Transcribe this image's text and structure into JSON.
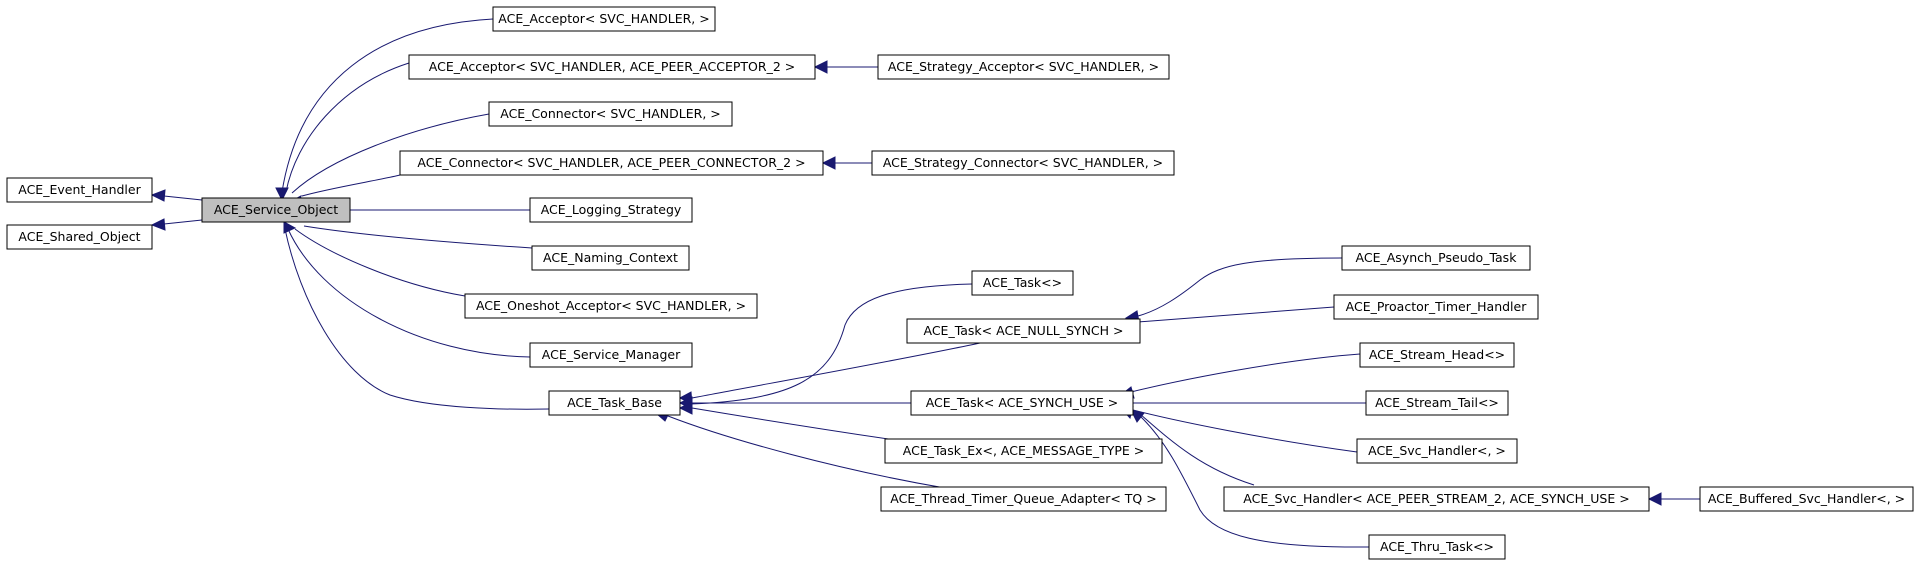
{
  "colors": {
    "edge": "#191970",
    "node_border": "#000000",
    "node_fill": "#ffffff",
    "focus_fill": "#bfbfbf"
  },
  "nodes": {
    "event_handler": "ACE_Event_Handler",
    "shared_object": "ACE_Shared_Object",
    "service_object": "ACE_Service_Object",
    "acceptor": "ACE_Acceptor< SVC_HANDLER, >",
    "acceptor_2": "ACE_Acceptor< SVC_HANDLER, ACE_PEER_ACCEPTOR_2 >",
    "strategy_acceptor": "ACE_Strategy_Acceptor< SVC_HANDLER, >",
    "connector": "ACE_Connector< SVC_HANDLER, >",
    "connector_2": "ACE_Connector< SVC_HANDLER, ACE_PEER_CONNECTOR_2 >",
    "strategy_connector": "ACE_Strategy_Connector< SVC_HANDLER, >",
    "logging_strategy": "ACE_Logging_Strategy",
    "naming_context": "ACE_Naming_Context",
    "oneshot_acceptor": "ACE_Oneshot_Acceptor< SVC_HANDLER, >",
    "service_manager": "ACE_Service_Manager",
    "task_base": "ACE_Task_Base",
    "task": "ACE_Task<>",
    "task_null_synch": "ACE_Task< ACE_NULL_SYNCH >",
    "task_synch_use": "ACE_Task< ACE_SYNCH_USE >",
    "task_ex": "ACE_Task_Ex<, ACE_MESSAGE_TYPE >",
    "thread_timer_queue_adapter": "ACE_Thread_Timer_Queue_Adapter< TQ >",
    "asynch_pseudo_task": "ACE_Asynch_Pseudo_Task",
    "proactor_timer_handler": "ACE_Proactor_Timer_Handler",
    "stream_head": "ACE_Stream_Head<>",
    "stream_tail": "ACE_Stream_Tail<>",
    "svc_handler": "ACE_Svc_Handler<, >",
    "svc_handler_2": "ACE_Svc_Handler< ACE_PEER_STREAM_2, ACE_SYNCH_USE >",
    "buffered_svc_handler": "ACE_Buffered_Svc_Handler<, >",
    "thru_task": "ACE_Thru_Task<>"
  },
  "edges": [
    {
      "from": "service_object",
      "to": "event_handler"
    },
    {
      "from": "service_object",
      "to": "shared_object"
    },
    {
      "from": "acceptor",
      "to": "service_object"
    },
    {
      "from": "acceptor_2",
      "to": "service_object"
    },
    {
      "from": "connector",
      "to": "service_object"
    },
    {
      "from": "connector_2",
      "to": "service_object"
    },
    {
      "from": "logging_strategy",
      "to": "service_object"
    },
    {
      "from": "naming_context",
      "to": "service_object"
    },
    {
      "from": "oneshot_acceptor",
      "to": "service_object"
    },
    {
      "from": "service_manager",
      "to": "service_object"
    },
    {
      "from": "task_base",
      "to": "service_object"
    },
    {
      "from": "strategy_acceptor",
      "to": "acceptor_2"
    },
    {
      "from": "strategy_connector",
      "to": "connector_2"
    },
    {
      "from": "task",
      "to": "task_base"
    },
    {
      "from": "task_null_synch",
      "to": "task_base"
    },
    {
      "from": "task_synch_use",
      "to": "task_base"
    },
    {
      "from": "task_ex",
      "to": "task_base"
    },
    {
      "from": "thread_timer_queue_adapter",
      "to": "task_base"
    },
    {
      "from": "asynch_pseudo_task",
      "to": "task_null_synch"
    },
    {
      "from": "proactor_timer_handler",
      "to": "task_null_synch"
    },
    {
      "from": "stream_head",
      "to": "task_synch_use"
    },
    {
      "from": "stream_tail",
      "to": "task_synch_use"
    },
    {
      "from": "svc_handler",
      "to": "task_synch_use"
    },
    {
      "from": "svc_handler_2",
      "to": "task_synch_use"
    },
    {
      "from": "thru_task",
      "to": "task_synch_use"
    },
    {
      "from": "buffered_svc_handler",
      "to": "svc_handler_2"
    }
  ]
}
